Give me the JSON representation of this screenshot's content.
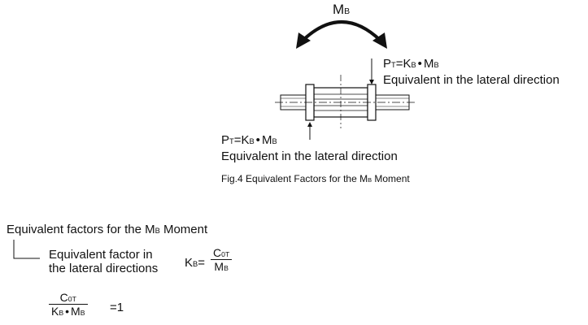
{
  "diagram": {
    "moment_label": {
      "main": "M",
      "sub": "B"
    },
    "upper_formula": {
      "p": "P",
      "p_sub": "T",
      "eq_k": "=K",
      "k_sub": "B",
      "dot": "•",
      "m": "M",
      "m_sub": "B"
    },
    "upper_desc": "Equivalent in the lateral direction",
    "lower_formula": {
      "p": "P",
      "p_sub": "T",
      "eq_k": "=K",
      "k_sub": "B",
      "dot": "•",
      "m": "M",
      "m_sub": "B"
    },
    "lower_desc": "Equivalent in the lateral direction",
    "caption": {
      "pre": "Fig.4 Equivalent Factors for the M",
      "sub": "B",
      "post": " Moment"
    }
  },
  "factors": {
    "heading": {
      "pre": "Equivalent factors for the M",
      "sub": "B",
      "post": " Moment"
    },
    "item_line1": "Equivalent factor in",
    "item_line2": "the lateral directions",
    "kb_formula": {
      "k": "K",
      "k_sub": "B",
      "eq": "=",
      "num": "C",
      "num_sub": "0T",
      "den": "M",
      "den_sub": "B"
    },
    "ratio_formula": {
      "num": "C",
      "num_sub": "0T",
      "den_k": "K",
      "den_k_sub": "B",
      "dot": "•",
      "den_m": "M",
      "den_m_sub": "B",
      "result": "=1"
    }
  }
}
